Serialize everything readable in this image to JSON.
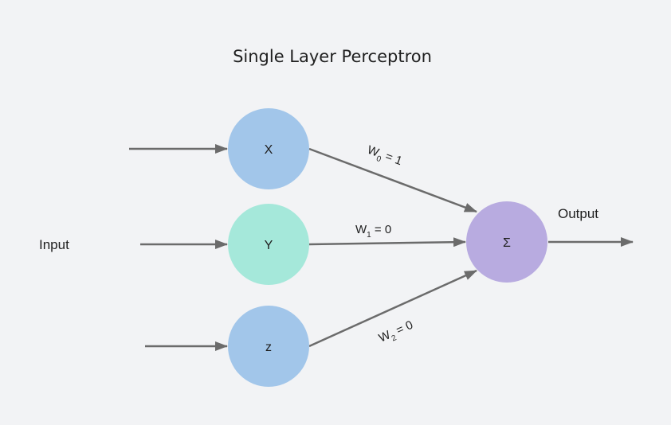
{
  "title": "Single Layer Perceptron",
  "input_label": "Input",
  "output_label": "Output",
  "nodes": {
    "x": {
      "label": "X",
      "color": "#a2c6ea"
    },
    "y": {
      "label": "Y",
      "color": "#a5e8da"
    },
    "z": {
      "label": "z",
      "color": "#a2c6ea"
    },
    "sum": {
      "label": "Σ",
      "color": "#b8abe0"
    }
  },
  "weights": [
    {
      "base": "W",
      "sub": "0",
      "eq": " = 1"
    },
    {
      "base": "W",
      "sub": "1",
      "eq": " = 0"
    },
    {
      "base": "W",
      "sub": "2",
      "eq": " = 0"
    }
  ],
  "colors": {
    "background": "#f2f3f5",
    "arrow": "#6b6b6b"
  }
}
